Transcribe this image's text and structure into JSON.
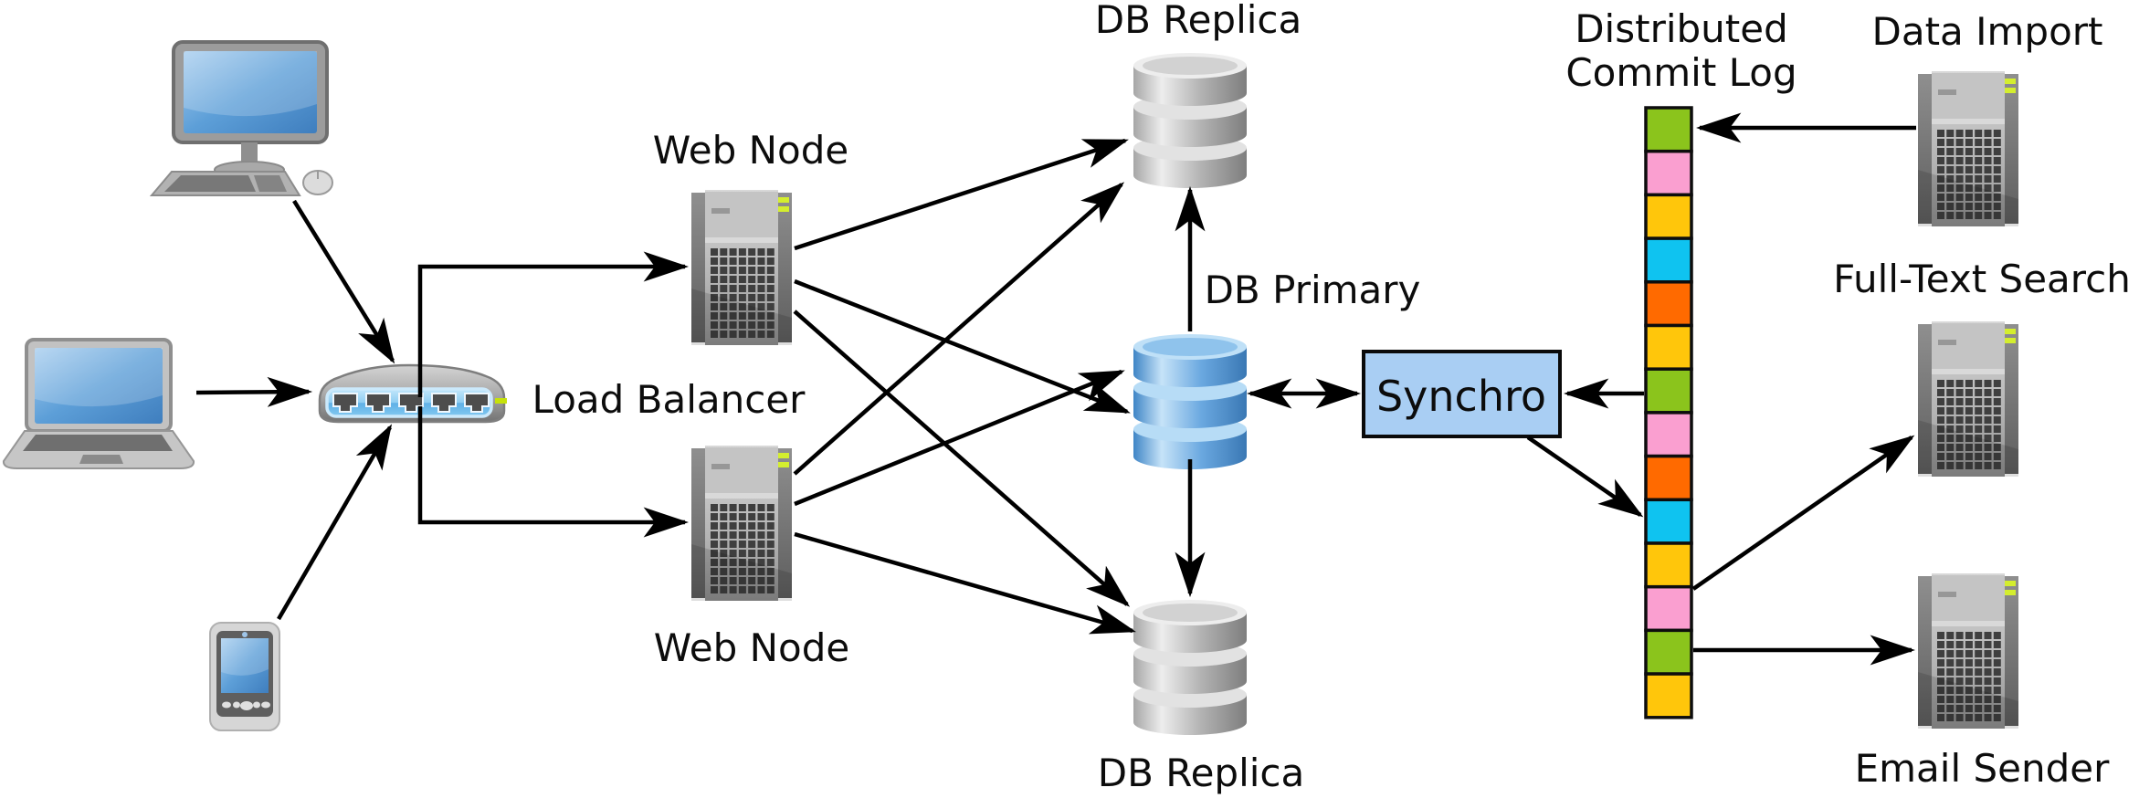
{
  "labels": {
    "web_node_top": "Web Node",
    "web_node_bottom": "Web Node",
    "load_balancer": "Load Balancer",
    "db_replica_top": "DB Replica",
    "db_primary": "DB Primary",
    "db_replica_bottom": "DB Replica",
    "synchro": "Synchro",
    "data_import": "Data Import",
    "full_text_search": "Full-Text Search",
    "email_sender": "Email Sender"
  },
  "commit_log": {
    "label_line1": "Distributed",
    "label_line2": "Commit Log",
    "squares": [
      "#8BC41C",
      "#FA9FD0",
      "#FFC60B",
      "#0FC3F0",
      "#FF6A00",
      "#FFC60B",
      "#8BC41C",
      "#FA9FD0",
      "#FF6A00",
      "#0FC3F0",
      "#FFC60B",
      "#FA9FD0",
      "#8BC41C",
      "#FFC60B"
    ]
  },
  "colors": {
    "synchro_fill": "#A9CEF3",
    "screen_blue": "#5D9FD8",
    "server_led": "#C6E20A",
    "database_primary": "#6AA8E0",
    "database_replica": "#B5B5B5",
    "arrow": "#000000"
  },
  "icons": {
    "clients": [
      "desktop-computer-icon",
      "laptop-icon",
      "smartphone-icon"
    ],
    "load_balancer": "network-switch-icon",
    "servers": [
      "server-tower-icon"
    ],
    "databases": [
      "database-cylinder-icon"
    ],
    "commit_log": "colored-segment-stack-icon"
  },
  "connections": [
    {
      "from": "desktop-computer",
      "to": "load-balancer",
      "arrow": "single"
    },
    {
      "from": "laptop",
      "to": "load-balancer",
      "arrow": "single"
    },
    {
      "from": "smartphone",
      "to": "load-balancer",
      "arrow": "single"
    },
    {
      "from": "load-balancer",
      "to": "web-node-top",
      "arrow": "single"
    },
    {
      "from": "load-balancer",
      "to": "web-node-bottom",
      "arrow": "single"
    },
    {
      "from": "web-node-top",
      "to": "db-replica-top",
      "arrow": "single"
    },
    {
      "from": "web-node-top",
      "to": "db-primary",
      "arrow": "single"
    },
    {
      "from": "web-node-top",
      "to": "db-replica-bottom",
      "arrow": "single"
    },
    {
      "from": "web-node-bottom",
      "to": "db-replica-top",
      "arrow": "single"
    },
    {
      "from": "web-node-bottom",
      "to": "db-primary",
      "arrow": "single"
    },
    {
      "from": "web-node-bottom",
      "to": "db-replica-bottom",
      "arrow": "single"
    },
    {
      "from": "db-primary",
      "to": "db-replica-top",
      "arrow": "single"
    },
    {
      "from": "db-primary",
      "to": "db-replica-bottom",
      "arrow": "single"
    },
    {
      "from": "db-primary",
      "to": "synchro",
      "arrow": "double"
    },
    {
      "from": "distributed-commit-log",
      "to": "synchro",
      "arrow": "single"
    },
    {
      "from": "synchro",
      "to": "distributed-commit-log",
      "arrow": "single"
    },
    {
      "from": "data-import",
      "to": "distributed-commit-log",
      "arrow": "single"
    },
    {
      "from": "distributed-commit-log",
      "to": "full-text-search",
      "arrow": "single"
    },
    {
      "from": "distributed-commit-log",
      "to": "email-sender",
      "arrow": "single"
    }
  ]
}
